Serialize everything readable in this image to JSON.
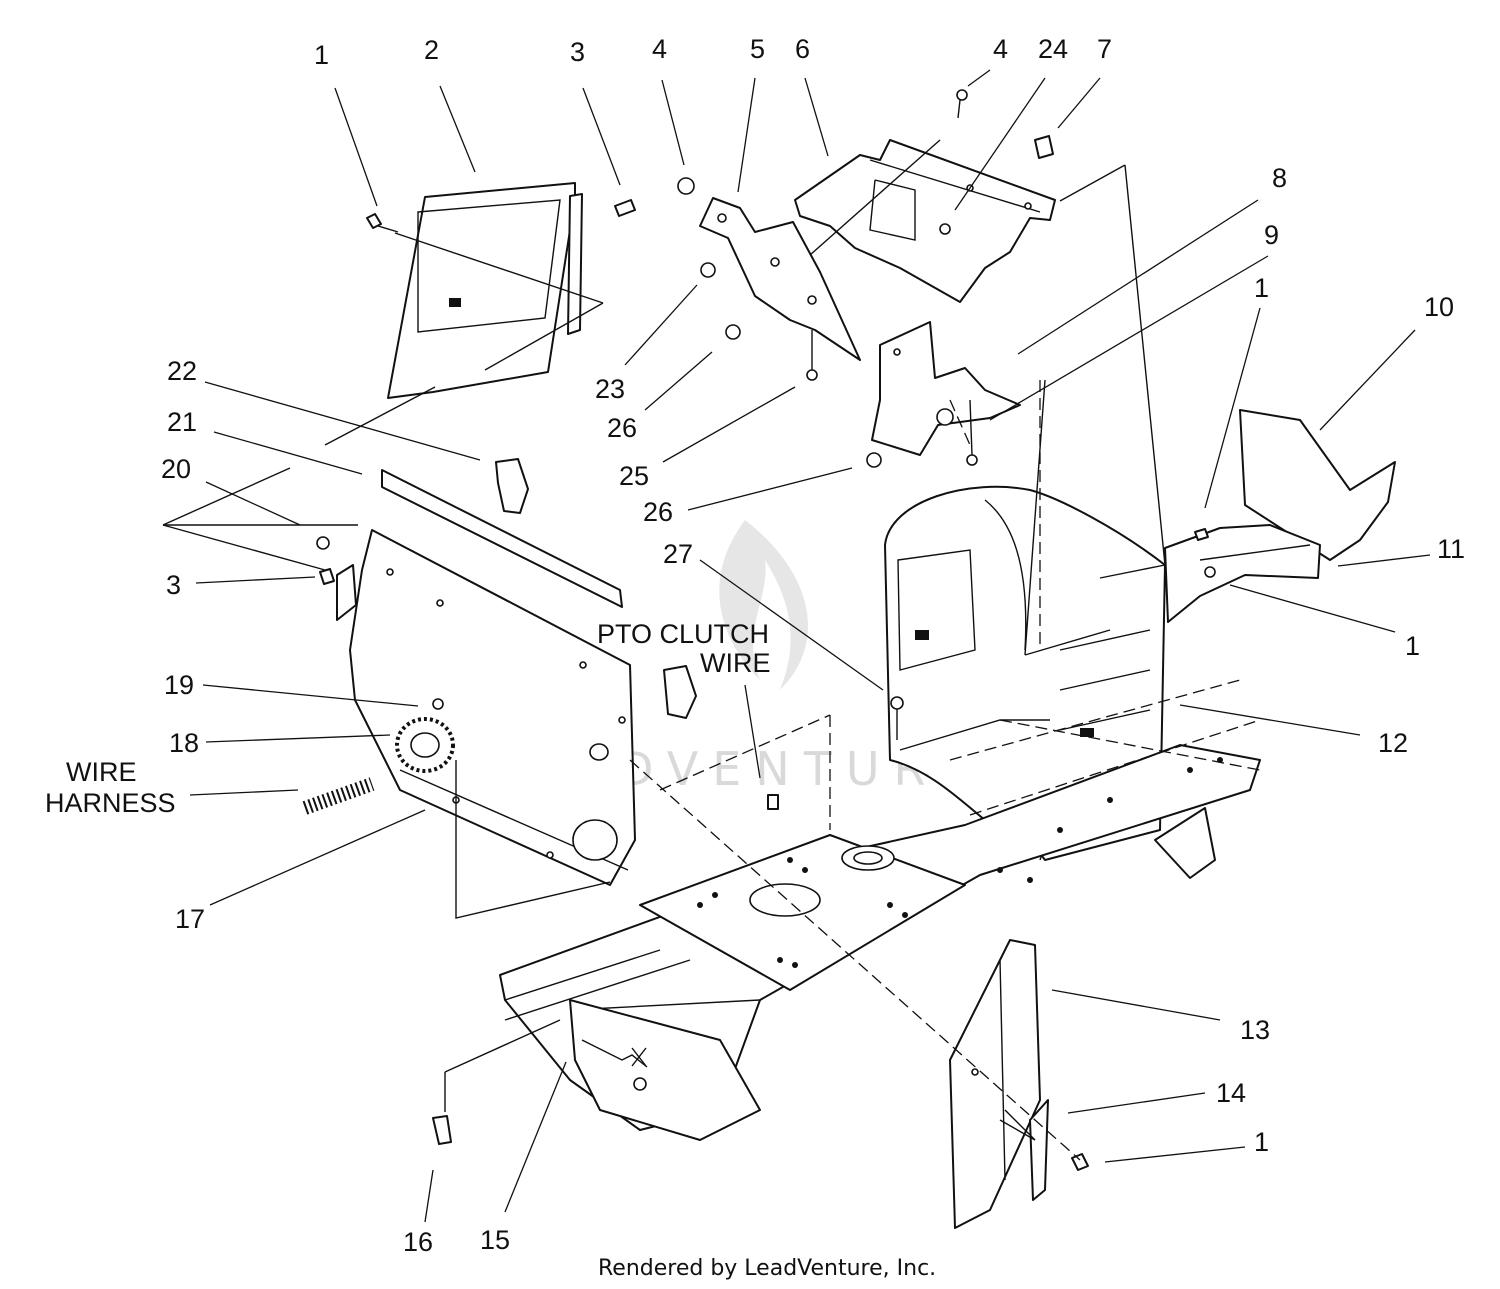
{
  "callouts": [
    {
      "id": "c1a",
      "text": "1"
    },
    {
      "id": "c2",
      "text": "2"
    },
    {
      "id": "c3a",
      "text": "3"
    },
    {
      "id": "c4a",
      "text": "4"
    },
    {
      "id": "c5",
      "text": "5"
    },
    {
      "id": "c6",
      "text": "6"
    },
    {
      "id": "c4b",
      "text": "4"
    },
    {
      "id": "c24",
      "text": "24"
    },
    {
      "id": "c7",
      "text": "7"
    },
    {
      "id": "c8",
      "text": "8"
    },
    {
      "id": "c9",
      "text": "9"
    },
    {
      "id": "c1b",
      "text": "1"
    },
    {
      "id": "c10",
      "text": "10"
    },
    {
      "id": "c22",
      "text": "22"
    },
    {
      "id": "c21",
      "text": "21"
    },
    {
      "id": "c20",
      "text": "20"
    },
    {
      "id": "c3b",
      "text": "3"
    },
    {
      "id": "c23",
      "text": "23"
    },
    {
      "id": "c26a",
      "text": "26"
    },
    {
      "id": "c25",
      "text": "25"
    },
    {
      "id": "c26b",
      "text": "26"
    },
    {
      "id": "c27",
      "text": "27"
    },
    {
      "id": "c11",
      "text": "11"
    },
    {
      "id": "c1c",
      "text": "1"
    },
    {
      "id": "c19",
      "text": "19"
    },
    {
      "id": "c18",
      "text": "18"
    },
    {
      "id": "c12",
      "text": "12"
    },
    {
      "id": "c17",
      "text": "17"
    },
    {
      "id": "c13",
      "text": "13"
    },
    {
      "id": "c14",
      "text": "14"
    },
    {
      "id": "c1d",
      "text": "1"
    },
    {
      "id": "c16",
      "text": "16"
    },
    {
      "id": "c15",
      "text": "15"
    }
  ],
  "labels": {
    "pto_line1": "PTO CLUTCH",
    "pto_line2": "WIRE",
    "harness_line1": "WIRE",
    "harness_line2": "HARNESS"
  },
  "footer": "Rendered by LeadVenture, Inc.",
  "watermark": "LEADVENTURE"
}
